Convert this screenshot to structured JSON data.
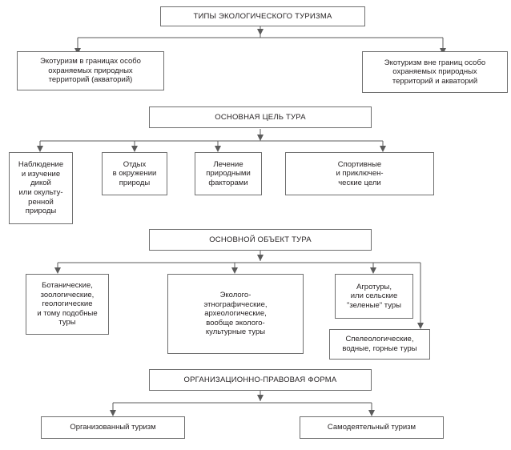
{
  "diagram": {
    "title": "ТИПЫ ЭКОЛОГИЧЕСКОГО ТУРИЗМА",
    "colors": {
      "box_border": "#6f6f6f",
      "connector": "#5b5b5b",
      "background": "#ffffff",
      "text": "#231f20"
    },
    "levels": {
      "root": {
        "label": "ТИПЫ ЭКОЛОГИЧЕСКОГО ТУРИЗМА"
      },
      "type_branches": [
        {
          "label": "Экотуризм в границах особо\nохраняемых природных\nтерриторий (акваторий)"
        },
        {
          "label": "Экотуризм вне границ особо\nохраняемых природных\nтерриторий и акваторий"
        }
      ],
      "goal_header": {
        "label": "ОСНОВНАЯ ЦЕЛЬ ТУРА"
      },
      "goal_items": [
        {
          "label": "Наблюдение\nи изучение\nдикой\nили окульту-\nренной\nприроды"
        },
        {
          "label": "Отдых\nв окружении\nприроды"
        },
        {
          "label": "Лечение\nприродными\nфакторами"
        },
        {
          "label": "Спортивные\nи приключен-\nческие цели"
        }
      ],
      "object_header": {
        "label": "ОСНОВНОЙ ОБЪЕКТ ТУРА"
      },
      "object_items": [
        {
          "label": "Ботанические,\nзоологические,\nгеологические\nи тому подобные\nтуры"
        },
        {
          "label": "Эколого-\nэтнографические,\nархеологические,\nвообще эколого-\nкультурные туры"
        },
        {
          "label": "Агротуры,\nили сельские\n\"зеленые\" туры"
        },
        {
          "label": "Спелеологические,\nводные, горные туры"
        }
      ],
      "legal_header": {
        "label": "ОРГАНИЗАЦИОННО-ПРАВОВАЯ ФОРМА"
      },
      "legal_items": [
        {
          "label": "Организованный туризм"
        },
        {
          "label": "Самодеятельный туризм"
        }
      ]
    }
  }
}
